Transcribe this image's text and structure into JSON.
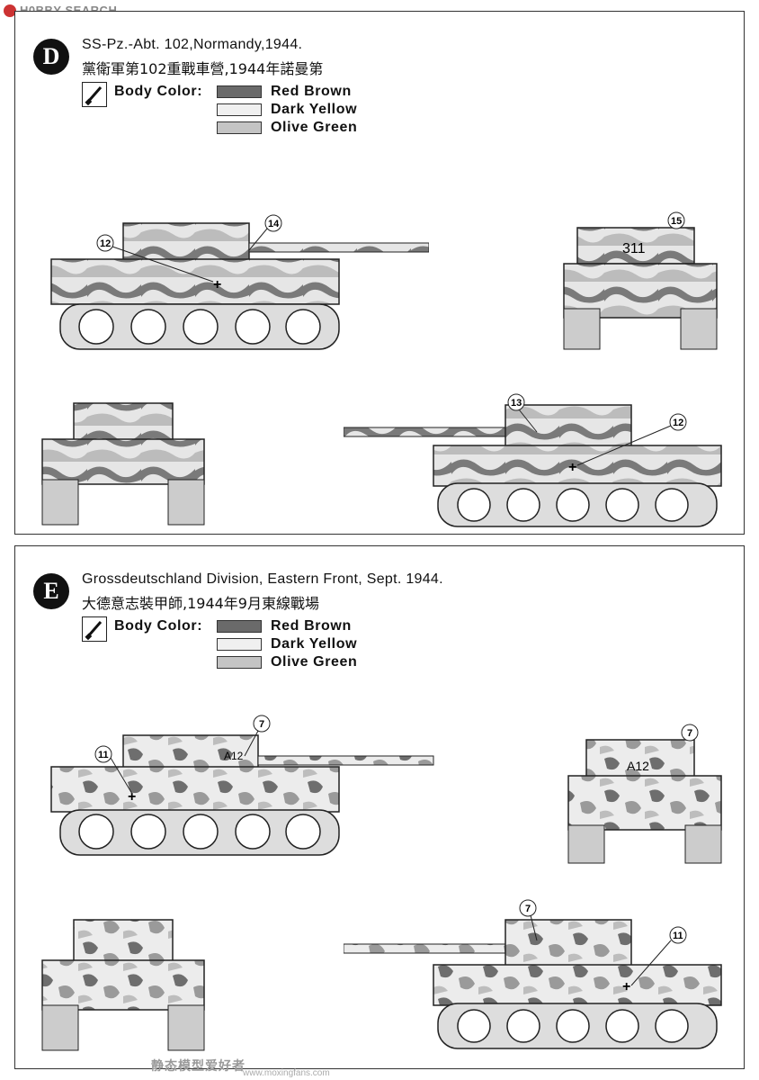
{
  "header": {
    "brand": "H0BBY SEARCH"
  },
  "colors": {
    "red_brown": "#6a6a6a",
    "dark_yellow": "#f0f0f0",
    "olive_green": "#c4c4c4"
  },
  "panels": [
    {
      "badge": "D",
      "title_en": "SS-Pz.-Abt.  102,Normandy,1944.",
      "title_zh": "黨衛軍第102重戰車營,1944年諾曼第",
      "legend_label": "Body Color:",
      "swatches": [
        {
          "name": "Red Brown",
          "color_key": "red_brown"
        },
        {
          "name": "Dark Yellow",
          "color_key": "dark_yellow"
        },
        {
          "name": "Olive Green",
          "color_key": "olive_green"
        }
      ],
      "callouts": {
        "side_left_a": "12",
        "side_left_b": "14",
        "rear": "15",
        "front_turret_number": "311",
        "side_right_a": "13",
        "side_right_b": "12"
      }
    },
    {
      "badge": "E",
      "title_en": "Grossdeutschland Division, Eastern Front, Sept. 1944.",
      "title_zh": "大德意志裝甲師,1944年9月東線戰場",
      "legend_label": "Body Color:",
      "swatches": [
        {
          "name": "Red Brown",
          "color_key": "red_brown"
        },
        {
          "name": "Dark Yellow",
          "color_key": "dark_yellow"
        },
        {
          "name": "Olive Green",
          "color_key": "olive_green"
        }
      ],
      "callouts": {
        "side_left_a": "11",
        "side_left_b": "7",
        "rear": "7",
        "turret_number": "A12",
        "side_right_a": "7",
        "side_right_b": "11"
      }
    }
  ],
  "footer": {
    "watermark": "静态模型爱好者",
    "url": "www.moxingfans.com"
  }
}
